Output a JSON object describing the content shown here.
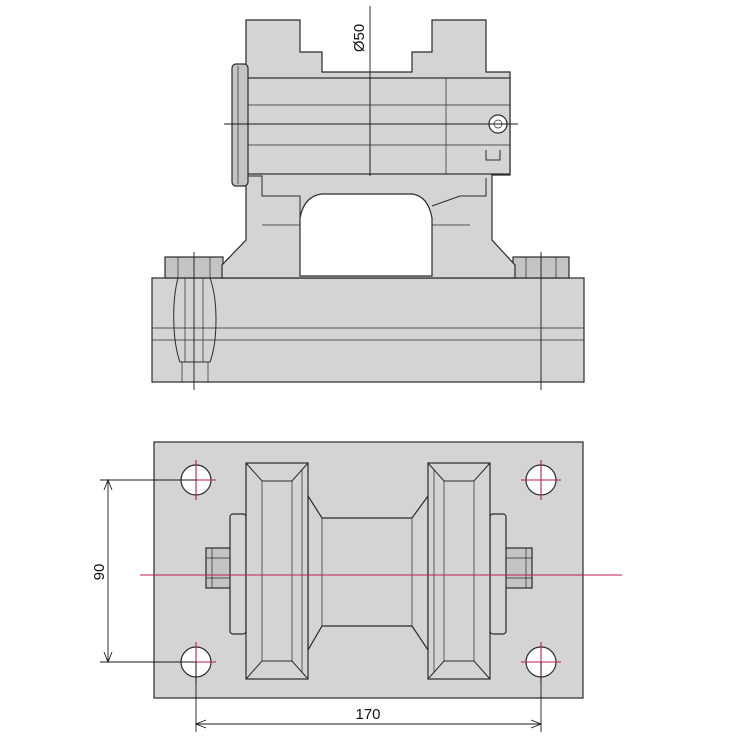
{
  "dimensions": {
    "pin_diameter": "Ø50",
    "bolt_spacing_vertical": "90",
    "bolt_spacing_horizontal": "170"
  },
  "colors": {
    "part_fill": "#d4d4d4",
    "outline": "#2a2a2a",
    "centerline": "#c0185a",
    "background": "#ffffff"
  }
}
